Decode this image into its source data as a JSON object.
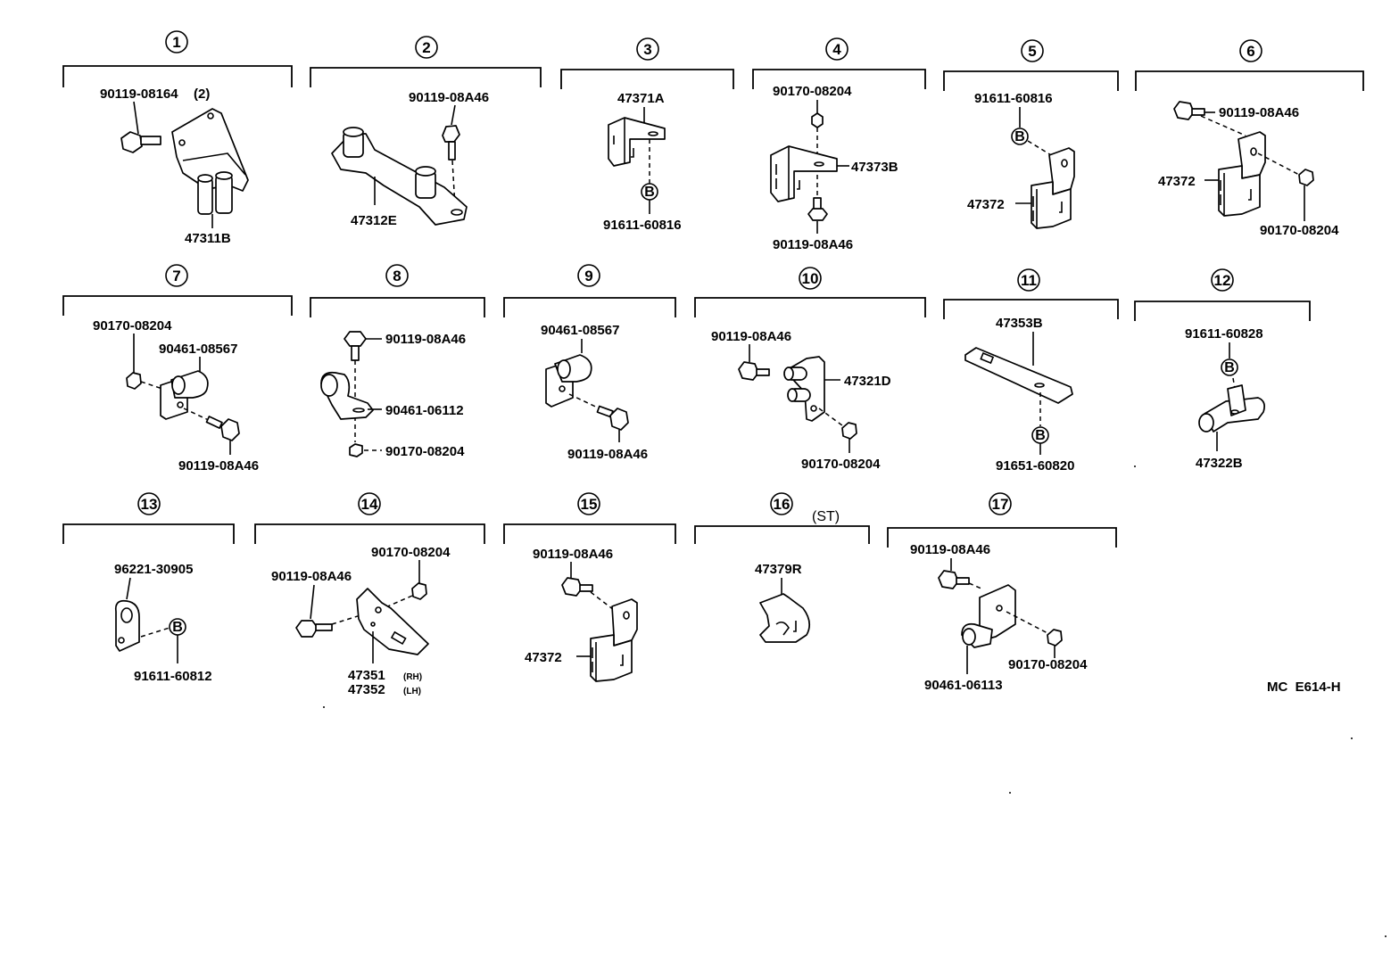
{
  "groups": [
    {
      "num": "1",
      "parts": [
        "90119-08164",
        "(2)",
        "47311B"
      ]
    },
    {
      "num": "2",
      "parts": [
        "90119-08A46",
        "47312E"
      ]
    },
    {
      "num": "3",
      "parts": [
        "47371A",
        "B",
        "91611-60816"
      ]
    },
    {
      "num": "4",
      "parts": [
        "90170-08204",
        "47373B",
        "90119-08A46"
      ]
    },
    {
      "num": "5",
      "parts": [
        "91611-60816",
        "B",
        "47372"
      ]
    },
    {
      "num": "6",
      "parts": [
        "90119-08A46",
        "47372",
        "90170-08204"
      ]
    },
    {
      "num": "7",
      "parts": [
        "90170-08204",
        "90461-08567",
        "90119-08A46"
      ]
    },
    {
      "num": "8",
      "parts": [
        "90119-08A46",
        "90461-06112",
        "90170-08204"
      ]
    },
    {
      "num": "9",
      "parts": [
        "90461-08567",
        "90119-08A46"
      ]
    },
    {
      "num": "10",
      "parts": [
        "90119-08A46",
        "47321D",
        "90170-08204"
      ]
    },
    {
      "num": "11",
      "parts": [
        "47353B",
        "B",
        "91651-60820"
      ]
    },
    {
      "num": "12",
      "parts": [
        "91611-60828",
        "B",
        "47322B"
      ]
    },
    {
      "num": "13",
      "parts": [
        "96221-30905",
        "B",
        "91611-60812"
      ]
    },
    {
      "num": "14",
      "parts": [
        "90170-08204",
        "90119-08A46",
        "47351",
        "(RH)",
        "47352",
        "(LH)"
      ]
    },
    {
      "num": "15",
      "parts": [
        "90119-08A46",
        "47372"
      ]
    },
    {
      "num": "16",
      "note": "(ST)",
      "parts": [
        "47379R"
      ]
    },
    {
      "num": "17",
      "parts": [
        "90119-08A46",
        "90461-06113",
        "90170-08204"
      ]
    }
  ],
  "figure_ref": "MC  E614-H"
}
